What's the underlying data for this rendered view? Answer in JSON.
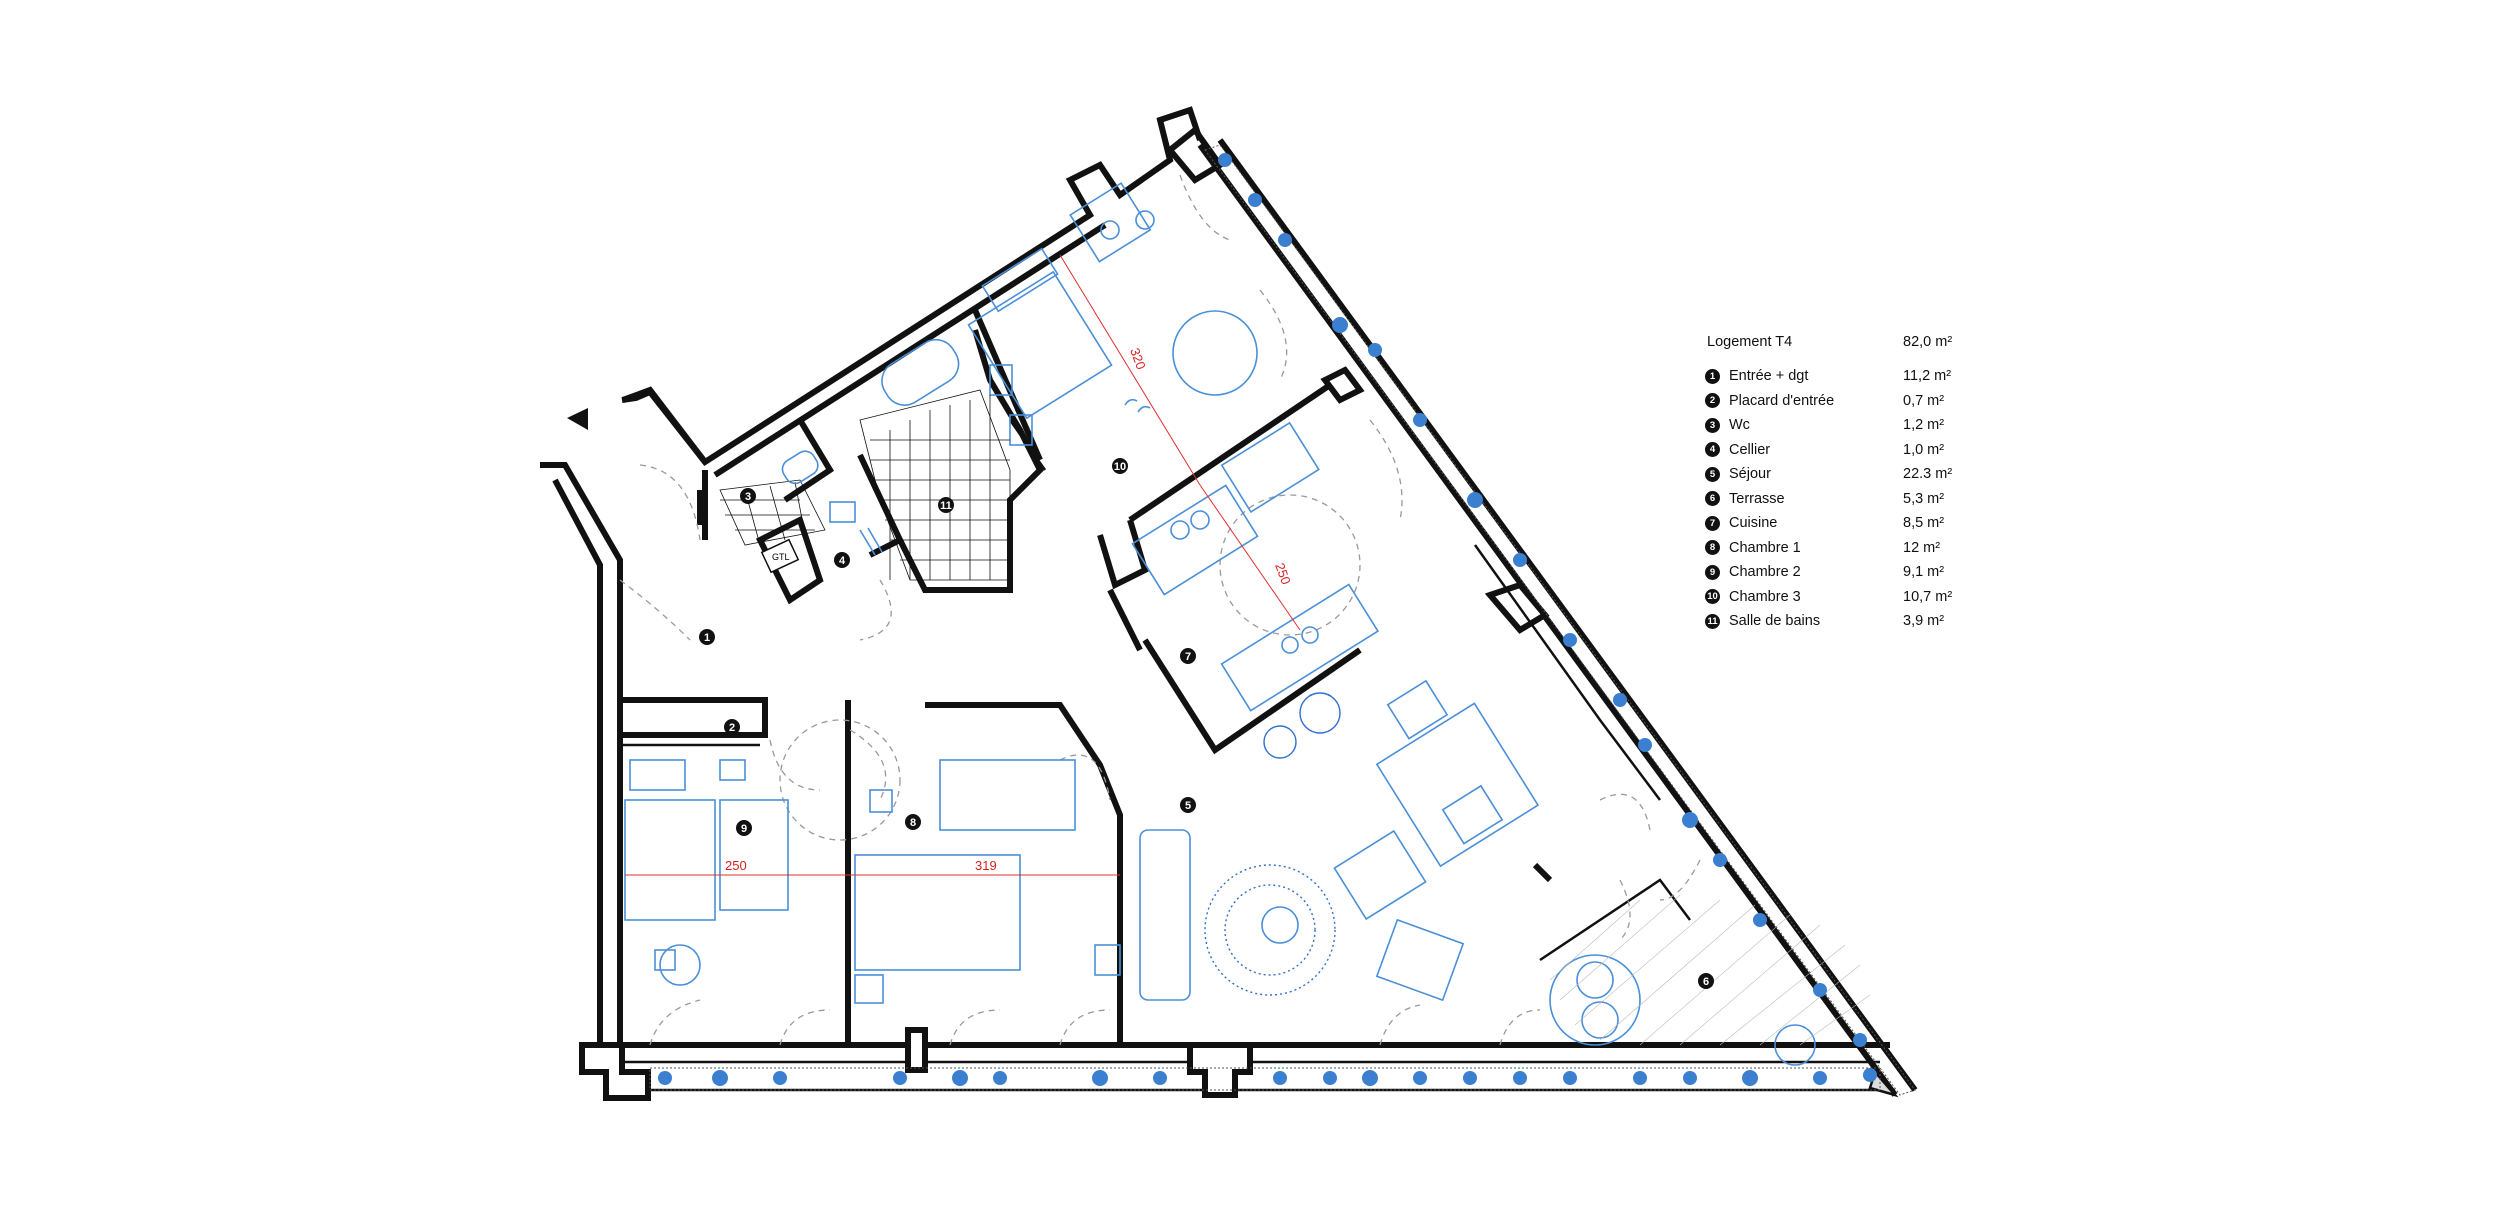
{
  "legend": {
    "title": "Logement T4",
    "total": "82,0 m²",
    "rooms": [
      {
        "num": "1",
        "name": "Entrée + dgt",
        "area": "11,2 m²"
      },
      {
        "num": "2",
        "name": "Placard d'entrée",
        "area": "0,7 m²"
      },
      {
        "num": "3",
        "name": "Wc",
        "area": "1,2 m²"
      },
      {
        "num": "4",
        "name": "Cellier",
        "area": "1,0 m²"
      },
      {
        "num": "5",
        "name": "Séjour",
        "area": "22.3 m²"
      },
      {
        "num": "6",
        "name": "Terrasse",
        "area": "5,3 m²"
      },
      {
        "num": "7",
        "name": "Cuisine",
        "area": "8,5 m²"
      },
      {
        "num": "8",
        "name": "Chambre 1",
        "area": "12 m²"
      },
      {
        "num": "9",
        "name": "Chambre 2",
        "area": "9,1 m²"
      },
      {
        "num": "10",
        "name": "Chambre 3",
        "area": "10,7 m²"
      },
      {
        "num": "11",
        "name": "Salle de bains",
        "area": "3,9 m²"
      }
    ]
  },
  "plan": {
    "gtl_label": "GTL",
    "dimensions": {
      "d1": "250",
      "d2": "319",
      "d3": "320",
      "d4": "250"
    },
    "room_marks": [
      "1",
      "2",
      "3",
      "4",
      "5",
      "6",
      "7",
      "8",
      "9",
      "10",
      "11"
    ]
  },
  "colors": {
    "wall": "#111111",
    "furniture": "#4a8fd8",
    "dimension": "#e03030"
  }
}
